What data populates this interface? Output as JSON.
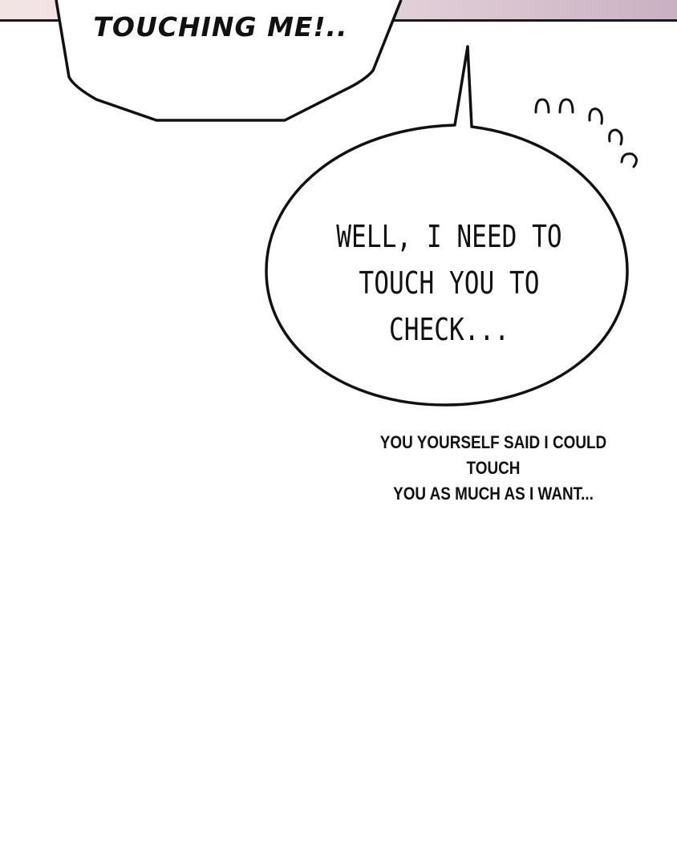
{
  "speech": {
    "top_bubble": "TOUCHING ME!..",
    "main_bubble_lines": [
      "WELL, I NEED TO",
      "TOUCH YOU TO",
      "CHECK..."
    ],
    "narration_lines": [
      "YOU YOURSELF SAID I COULD TOUCH",
      "YOU AS MUCH AS I WANT..."
    ]
  },
  "colors": {
    "ink": "#111111",
    "page": "#ffffff",
    "panel_tint": "#d9c4d0"
  }
}
